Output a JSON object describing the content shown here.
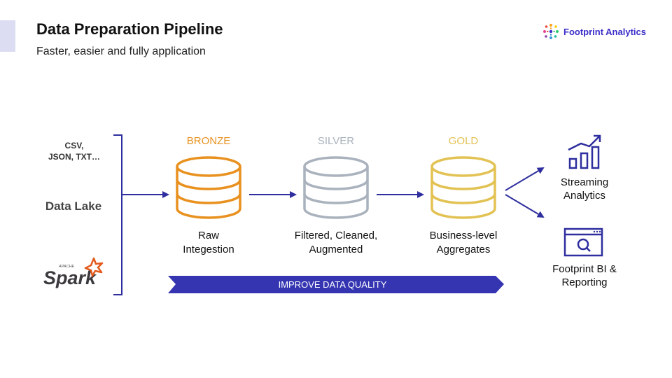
{
  "header": {
    "title": "Data Preparation Pipeline",
    "subtitle": "Faster, easier and fully application"
  },
  "brand": {
    "name": "Footprint Analytics",
    "logo_icon": "footprint-burst-icon",
    "color": "#3b2fc9"
  },
  "sources": {
    "formats_line1": "CSV,",
    "formats_line2": "JSON, TXT…",
    "lake_label": "Data Lake",
    "spark_logo": {
      "small_text": "APACHE",
      "text": "Spark",
      "icon": "spark-star-icon"
    }
  },
  "tiers": [
    {
      "name": "BRONZE",
      "desc_line1": "Raw",
      "desc_line2": "Integestion",
      "color": "#e8911f",
      "icon": "database-icon"
    },
    {
      "name": "SILVER",
      "desc_line1": "Filtered, Cleaned,",
      "desc_line2": "Augmented",
      "color": "#a9b2bd",
      "icon": "database-icon"
    },
    {
      "name": "GOLD",
      "desc_line1": "Business-level",
      "desc_line2": "Aggregates",
      "color": "#e3c254",
      "icon": "database-icon"
    }
  ],
  "banner": {
    "label": "IMPROVE DATA QUALITY",
    "color": "#3535b2"
  },
  "outputs": [
    {
      "line1": "Streaming",
      "line2": "Analytics",
      "icon": "bar-chart-trend-icon"
    },
    {
      "line1": "Footprint BI &",
      "line2": "Reporting",
      "icon": "dashboard-magnifier-icon"
    }
  ],
  "colors": {
    "accent": "#2e2e9e"
  }
}
